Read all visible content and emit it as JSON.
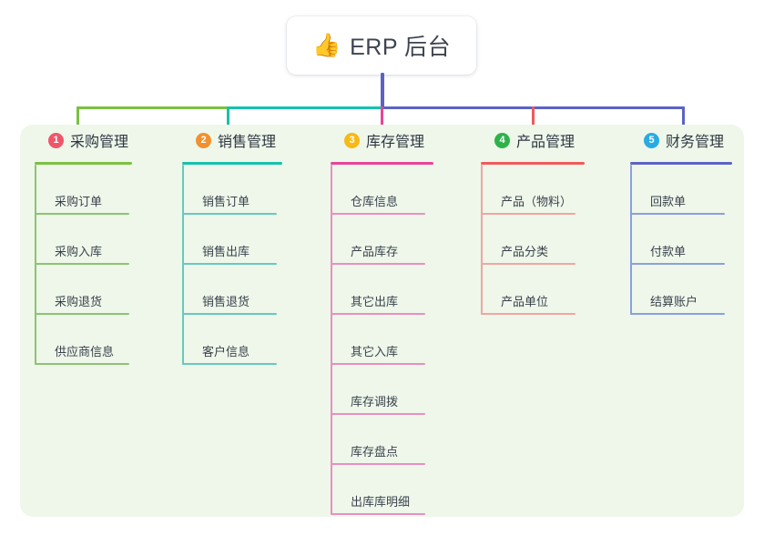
{
  "root": {
    "emoji": "👍",
    "emoji_name": "thumbs-up-icon",
    "title": "ERP 后台"
  },
  "colors": {
    "canvas": "#ffffff",
    "panel_bg": "#eef7ea",
    "trunk": "#5b63c4",
    "green": "#7ac143",
    "teal": "#15c2ad",
    "pink": "#e8449a",
    "red": "#f05a5a",
    "blue": "#5b63c4",
    "leaf_green": "#8cc472",
    "leaf_teal": "#66c9bf",
    "leaf_pink": "#ea8fc0",
    "leaf_red": "#f1a5a0",
    "leaf_blue": "#8b9fe0",
    "badge_1": "#f0566a",
    "badge_2": "#f2902f",
    "badge_3": "#f6b916",
    "badge_4": "#2fb24a",
    "badge_5": "#29abe2",
    "text": "#3b424d"
  },
  "columns": [
    {
      "index": "1",
      "title": "采购管理",
      "badge_color": "#f0566a",
      "rule_color": "#7ac143",
      "leaf_color": "#8cc472",
      "items": [
        "采购订单",
        "采购入库",
        "采购退货",
        "供应商信息"
      ]
    },
    {
      "index": "2",
      "title": "销售管理",
      "badge_color": "#f2902f",
      "rule_color": "#15c2ad",
      "leaf_color": "#66c9bf",
      "items": [
        "销售订单",
        "销售出库",
        "销售退货",
        "客户信息"
      ]
    },
    {
      "index": "3",
      "title": "库存管理",
      "badge_color": "#f6b916",
      "rule_color": "#e8449a",
      "leaf_color": "#ea8fc0",
      "items": [
        "仓库信息",
        "产品库存",
        "其它出库",
        "其它入库",
        "库存调拨",
        "库存盘点",
        "出库库明细"
      ]
    },
    {
      "index": "4",
      "title": "产品管理",
      "badge_color": "#2fb24a",
      "rule_color": "#f05a5a",
      "leaf_color": "#f1a5a0",
      "items": [
        "产品（物料）",
        "产品分类",
        "产品单位"
      ]
    },
    {
      "index": "5",
      "title": "财务管理",
      "badge_color": "#29abe2",
      "rule_color": "#5b63c4",
      "leaf_color": "#8b9fe0",
      "items": [
        "回款单",
        "付款单",
        "结算账户"
      ]
    }
  ]
}
